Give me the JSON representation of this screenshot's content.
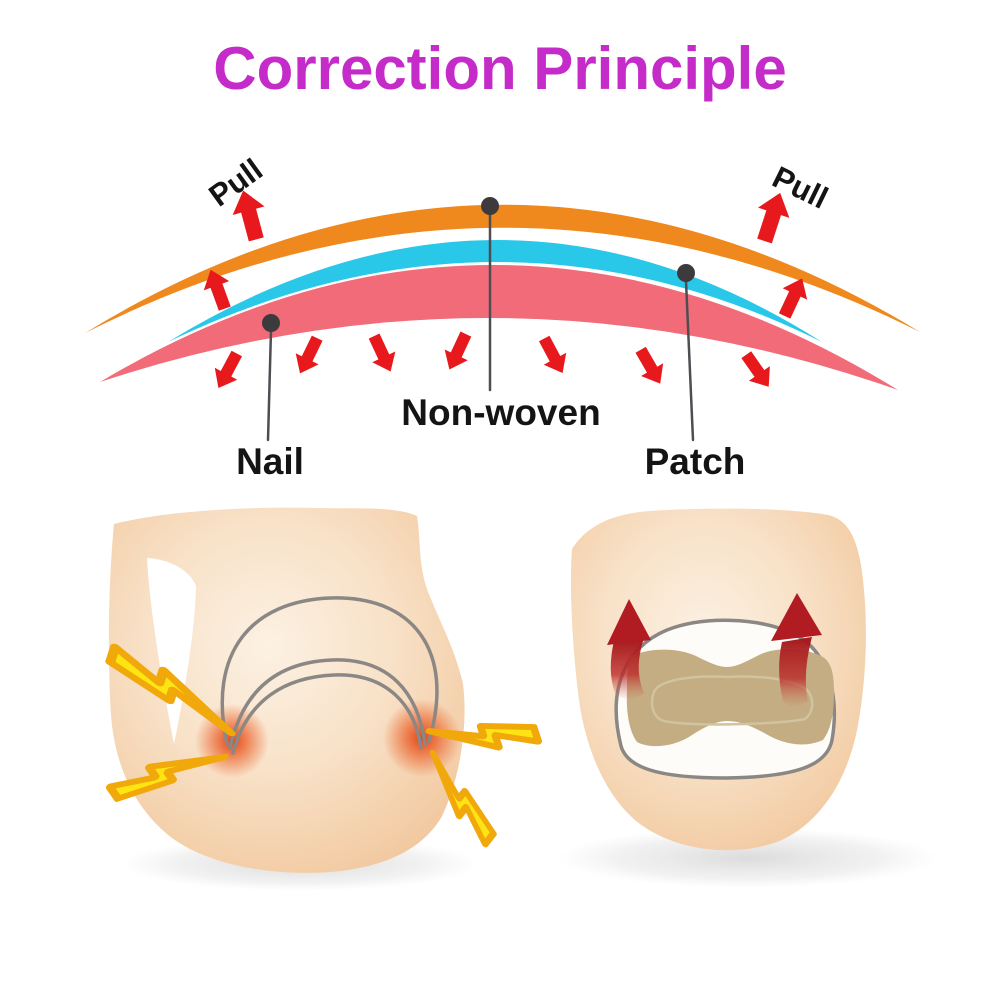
{
  "title": {
    "text": "Correction Principle"
  },
  "diagram": {
    "pull_left_label": "Pull",
    "pull_right_label": "Pull",
    "callouts": {
      "nail": "Nail",
      "non_woven": "Non-woven",
      "patch": "Patch"
    },
    "bands": [
      {
        "name": "orange-patch-strip-band",
        "color_key": "band_orange"
      },
      {
        "name": "cyan-non-woven-band",
        "color_key": "band_cyan"
      },
      {
        "name": "pink-nail-band",
        "color_key": "band_pink"
      }
    ],
    "arrow_counts": {
      "pull_arrows": 2,
      "side_up_arrows": 2,
      "down_arrows": 7
    }
  },
  "figures": {
    "left": "ingrown-toenail-pain-illustration",
    "right": "corrective-patch-lifting-illustration"
  },
  "colors": {
    "title": "#c52bc8",
    "band_orange": "#f0891d",
    "band_cyan": "#29c8e8",
    "band_pink": "#f26b79",
    "arrow_red": "#e8191d",
    "lift_arrow_red": "#b01c21",
    "bolt_yellow": "#ffe414",
    "bolt_edge": "#f0a80a",
    "skin": "#f7dec4",
    "skin_edge": "#eec096",
    "patch_tan": "#c4ad82",
    "patch_inner_line": "#cfc3a0",
    "nail_line_gray": "#8b8784",
    "leader_line": "#4d4d52",
    "dot": "#3d3a3e",
    "label_text": "#141414"
  }
}
